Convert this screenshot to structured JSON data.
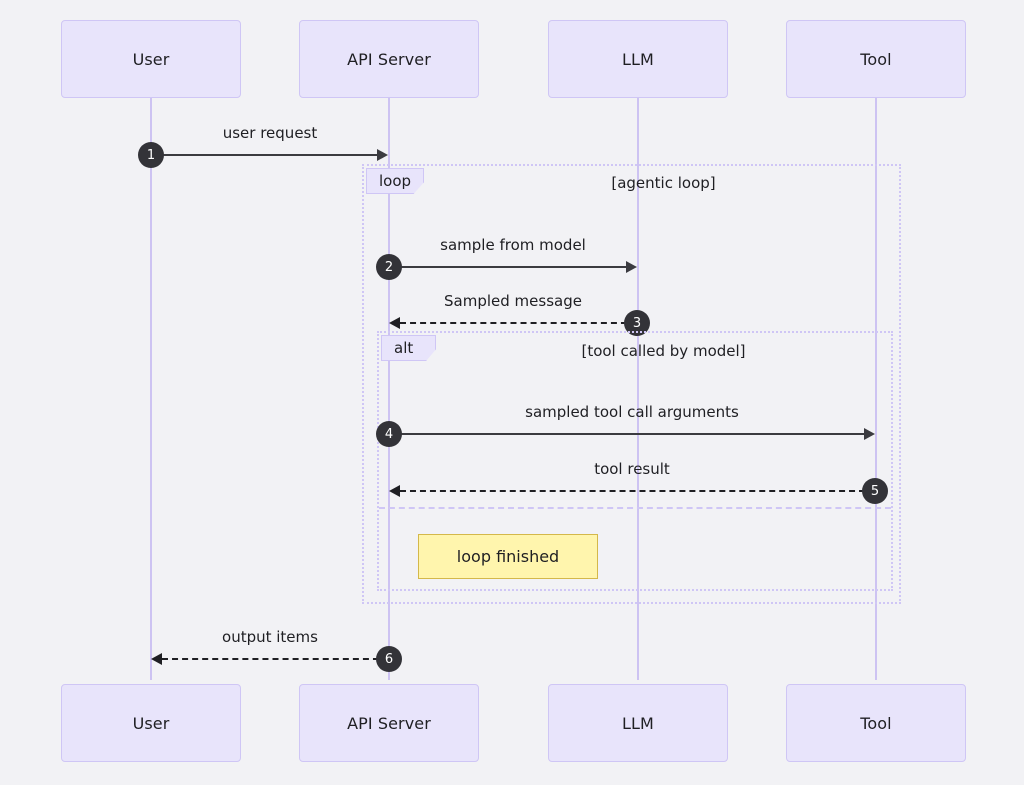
{
  "diagram": {
    "type": "sequence-diagram",
    "background_color": "#f2f2f5",
    "participant_fill": "#e8e4fb",
    "participant_border": "#cfc6f5",
    "lifeline_color": "#cdc3f2",
    "badge_color": "#333338",
    "note_fill": "#fff5ad",
    "note_border": "#d4b84a"
  },
  "participants": [
    {
      "name": "User",
      "label": "User"
    },
    {
      "name": "API Server",
      "label": "API Server"
    },
    {
      "name": "LLM",
      "label": "LLM"
    },
    {
      "name": "Tool",
      "label": "Tool"
    }
  ],
  "fragments": [
    {
      "kind": "loop",
      "tag": "loop",
      "condition": "[agentic loop]"
    },
    {
      "kind": "alt",
      "tag": "alt",
      "condition": "[tool called by model]"
    }
  ],
  "messages": [
    {
      "seq": "1",
      "label": "user request",
      "from": "User",
      "to": "API Server",
      "style": "solid",
      "direction": "right"
    },
    {
      "seq": "2",
      "label": "sample from model",
      "from": "API Server",
      "to": "LLM",
      "style": "solid",
      "direction": "right"
    },
    {
      "seq": "3",
      "label": "Sampled message",
      "from": "LLM",
      "to": "API Server",
      "style": "dashed",
      "direction": "left"
    },
    {
      "seq": "4",
      "label": "sampled tool call arguments",
      "from": "API Server",
      "to": "Tool",
      "style": "solid",
      "direction": "right"
    },
    {
      "seq": "5",
      "label": "tool result",
      "from": "Tool",
      "to": "API Server",
      "style": "dashed",
      "direction": "left"
    },
    {
      "seq": "6",
      "label": "output items",
      "from": "API Server",
      "to": "User",
      "style": "dashed",
      "direction": "left"
    }
  ],
  "notes": [
    {
      "text": "loop finished",
      "over": "API Server"
    }
  ]
}
